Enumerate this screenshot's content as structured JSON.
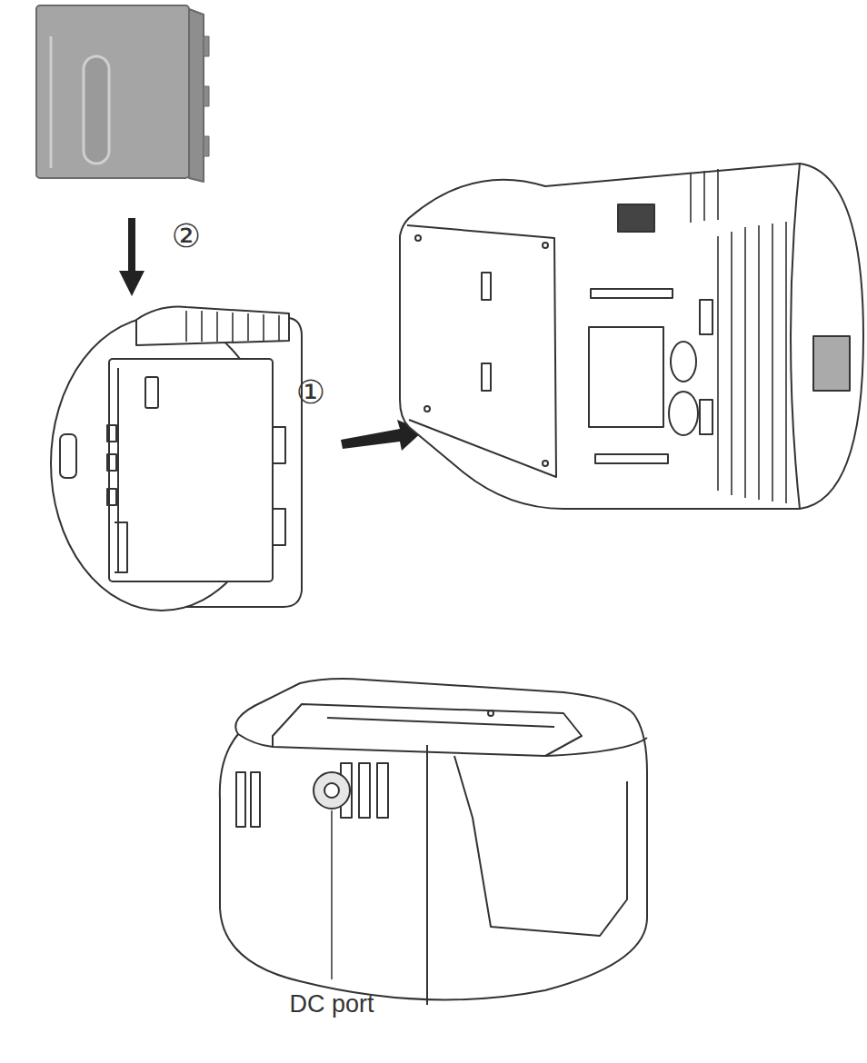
{
  "diagram": {
    "labels": [
      "②",
      "①",
      "DC port"
    ]
  }
}
